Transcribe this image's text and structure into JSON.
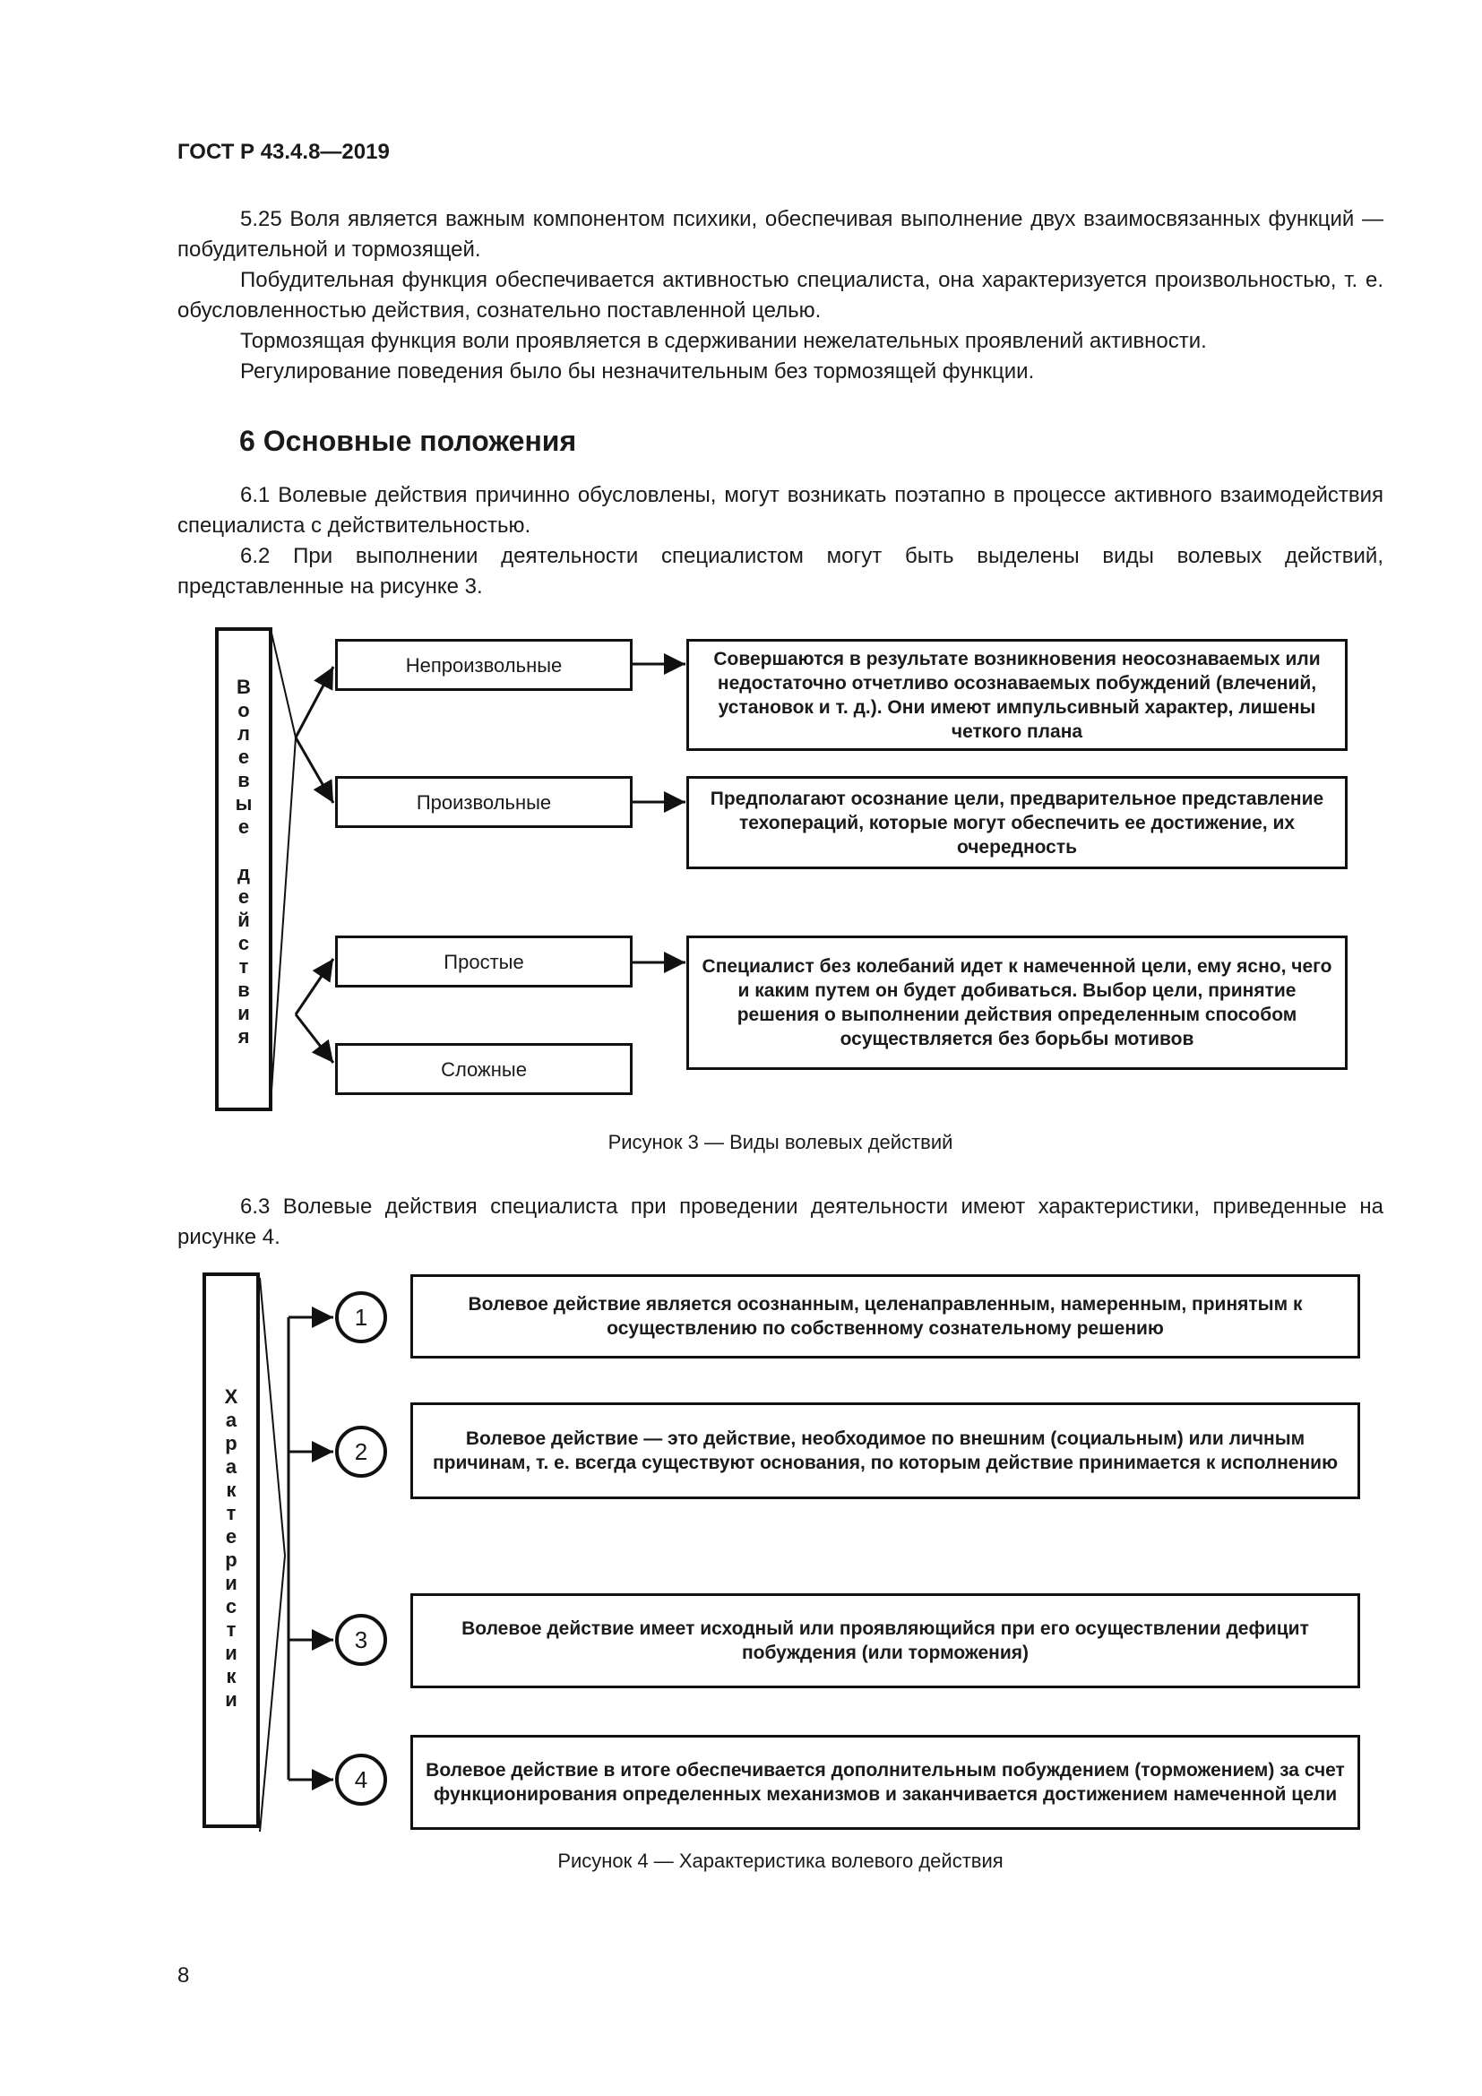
{
  "header": {
    "doc_code": "ГОСТ Р 43.4.8—2019"
  },
  "paragraphs": {
    "p525": "5.25 Воля является важным компонентом психики, обеспечивая выполнение двух взаимосвязанных функций — побудительной и тормозящей.",
    "p_pobud": "Побудительная функция обеспечивается активностью специалиста, она характеризуется произвольностью, т. е. обусловленностью действия, сознательно поставленной целью.",
    "p_torm": "Тормозящая функция воли проявляется в сдерживании нежелательных проявлений активности.",
    "p_regul": "Регулирование поведения было бы незначительным без тормозящей функции.",
    "section_title": "6 Основные положения",
    "p61": "6.1 Волевые действия причинно обусловлены, могут возникать поэтапно в процессе активного взаимодействия специалиста с действительностью.",
    "p62": "6.2 При выполнении деятельности специалистом могут быть выделены виды волевых действий, представленные на рисунке 3.",
    "p63": "6.3 Волевые действия специалиста при проведении деятельности имеют характеристики, приведенные на рисунке 4."
  },
  "figure3": {
    "vertical_label_word1": [
      "В",
      "о",
      "л",
      "е",
      "в",
      "ы",
      "е"
    ],
    "vertical_label_word2": [
      "д",
      "е",
      "й",
      "с",
      "т",
      "в",
      "и",
      "я"
    ],
    "types": [
      "Непроизвольные",
      "Произвольные",
      "Простые",
      "Сложные"
    ],
    "descriptions": [
      "Совершаются в результате возникновения неосознаваемых или недостаточно отчетливо осознаваемых побуждений (влечений, установок и т. д.). Они имеют импульсивный характер, лишены четкого плана",
      "Предполагают осознание цели, предварительное представление техопераций, которые могут обеспечить ее достижение, их очередность",
      "Специалист без колебаний идет к намеченной цели, ему ясно, чего и каким путем он будет добиваться. Выбор цели, принятие решения о выполнении действия определенным способом осуществляется без борьбы мотивов"
    ],
    "caption": "Рисунок 3 — Виды волевых действий"
  },
  "figure4": {
    "vertical_label": [
      "Х",
      "а",
      "р",
      "а",
      "к",
      "т",
      "е",
      "р",
      "и",
      "с",
      "т",
      "и",
      "к",
      "и"
    ],
    "numbers": [
      "1",
      "2",
      "3",
      "4"
    ],
    "descriptions": [
      "Волевое действие является осознанным, целенаправленным, намеренным, принятым к осуществлению по собственному сознательному решению",
      "Волевое действие — это действие, необходимое по внешним (социальным) или личным причинам, т. е. всегда существуют основания, по которым действие принимается к исполнению",
      "Волевое действие имеет исходный или проявляющийся при его осуществлении дефицит побуждения (или торможения)",
      "Волевое действие в итоге обеспечивается дополнительным побуждением (торможением) за счет функционирования определенных механизмов и заканчивается достижением намеченной цели"
    ],
    "caption": "Рисунок 4 — Характеристика волевого действия"
  },
  "footer": {
    "page_number": "8"
  }
}
